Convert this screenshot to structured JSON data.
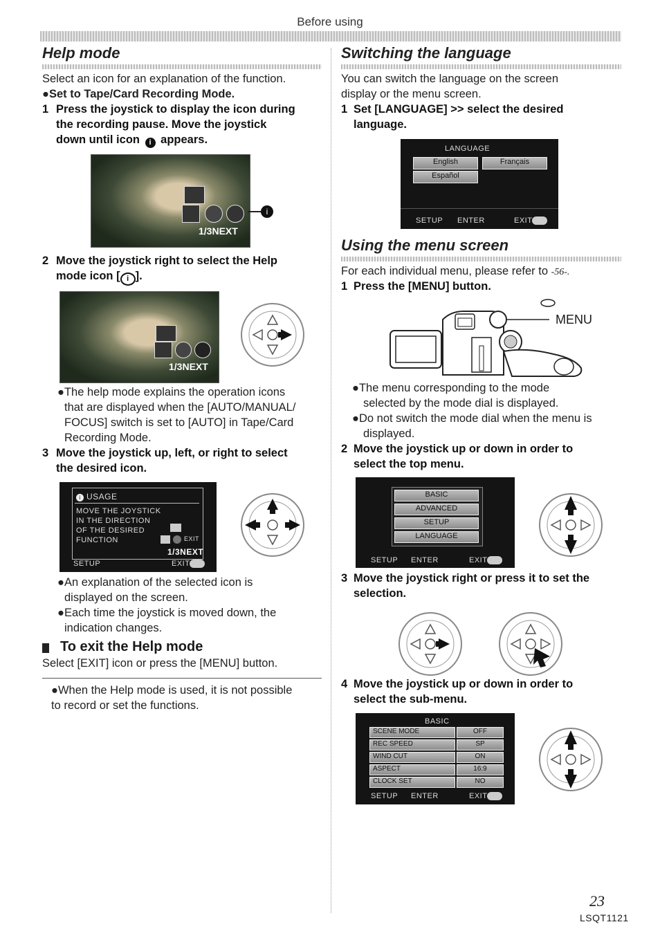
{
  "header": {
    "title": "Before using"
  },
  "help_mode": {
    "title": "Help mode",
    "intro": "Select an icon for an explanation of the function.",
    "set_mode": "●Set to Tape/Card Recording Mode.",
    "step1_num": "1",
    "step1_line1": "Press the joystick to display the icon during",
    "step1_line2": "the recording pause. Move the joystick",
    "step1_line3": "down until icon",
    "step1_line3_end": "appears.",
    "step2_num": "2",
    "step2_line1": "Move the joystick right to select the Help",
    "step2_line2": "mode icon [",
    "step2_line2_end": "].",
    "bullet1_l1": "●The help mode explains the operation icons",
    "bullet1_l2": "that are displayed when the [AUTO/MANUAL/",
    "bullet1_l3": "FOCUS] switch is set to [AUTO] in Tape/Card",
    "bullet1_l4": "Recording Mode.",
    "step3_num": "3",
    "step3_line1": "Move the joystick up, left, or right to select",
    "step3_line2": "the desired icon.",
    "bullet2_l1": "●An explanation of the selected icon is",
    "bullet2_l2": "displayed on the screen.",
    "bullet3_l1": "●Each time the joystick is moved down, the",
    "bullet3_l2": "indication changes.",
    "exit_title": "To exit the Help mode",
    "exit_text": "Select [EXIT] icon or press the [MENU] button.",
    "note_l1": "●When the Help mode is used, it is not possible",
    "note_l2": "to record or set the functions.",
    "screen1": {
      "page": "1/3NEXT"
    },
    "screen2": {
      "page": "1/3NEXT"
    },
    "usage_screen": {
      "header": "USAGE",
      "l1": "MOVE THE JOYSTICK",
      "l2": "IN THE DIRECTION",
      "l3": "OF THE DESIRED",
      "l4": "FUNCTION",
      "exit_small": "EXIT",
      "page": "1/3NEXT",
      "footer_left": "SETUP",
      "footer_right": "EXIT"
    }
  },
  "language": {
    "title": "Switching the language",
    "intro_l1": "You can switch the language on the screen",
    "intro_l2": "display or the menu screen.",
    "step1_num": "1",
    "step1_l1": "Set [LANGUAGE] >> select the desired",
    "step1_l2": "language.",
    "screen": {
      "header": "LANGUAGE",
      "opt1": "English",
      "opt2": "Français",
      "opt3": "Español",
      "footer_left": "SETUP",
      "footer_mid": "ENTER",
      "footer_right": "EXIT"
    }
  },
  "menu": {
    "title": "Using the menu screen",
    "intro": "For each individual menu, please refer to",
    "intro_ref": "-56-.",
    "step1_num": "1",
    "step1": "Press the [MENU] button.",
    "menu_label": "MENU",
    "bullet1_l1": "●The menu corresponding to the mode",
    "bullet1_l2": "selected by the mode dial is displayed.",
    "bullet2_l1": "●Do not switch the mode dial when the menu is",
    "bullet2_l2": "displayed.",
    "step2_num": "2",
    "step2_l1": "Move the joystick up or down in order to",
    "step2_l2": "select the top menu.",
    "top_menu": {
      "items": [
        "BASIC",
        "ADVANCED",
        "SETUP",
        "LANGUAGE"
      ],
      "footer_left": "SETUP",
      "footer_mid": "ENTER",
      "footer_right": "EXIT"
    },
    "step3_num": "3",
    "step3_l1": "Move the joystick right or press it to set the",
    "step3_l2": "selection.",
    "step4_num": "4",
    "step4_l1": "Move the joystick up or down in order to",
    "step4_l2": "select the sub-menu.",
    "sub_menu": {
      "header": "BASIC",
      "rows": [
        {
          "label": "SCENE MODE",
          "value": "OFF"
        },
        {
          "label": "REC SPEED",
          "value": "SP"
        },
        {
          "label": "WIND CUT",
          "value": "ON"
        },
        {
          "label": "ASPECT",
          "value": "16:9"
        },
        {
          "label": "CLOCK SET",
          "value": "NO"
        }
      ],
      "footer_left": "SETUP",
      "footer_mid": "ENTER",
      "footer_right": "EXIT"
    }
  },
  "footer": {
    "page_number": "23",
    "model": "LSQT1121"
  }
}
